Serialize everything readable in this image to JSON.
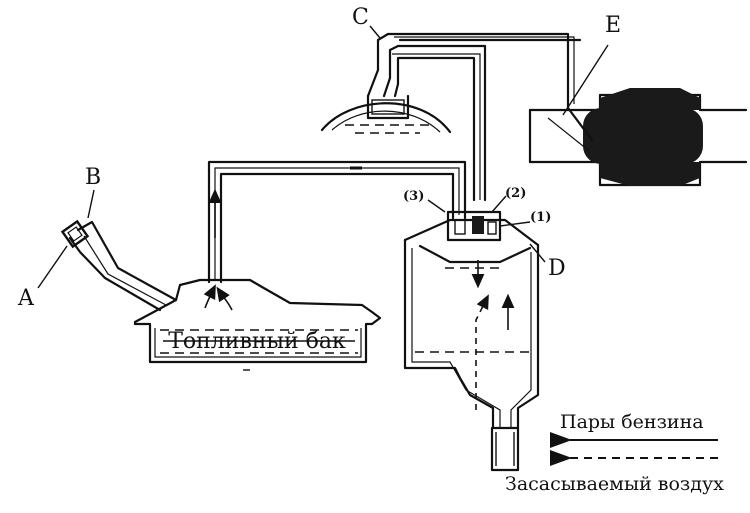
{
  "labels": {
    "a": "A",
    "b": "B",
    "c": "C",
    "d": "D",
    "e": "E",
    "part1": "(1)",
    "part2": "(2)",
    "part3": "(3)",
    "tank": "Топливный бак"
  },
  "legend": {
    "vapor": "Пары бензина",
    "air": "Засасываемый воздух"
  },
  "icons": {
    "vapor_arrow": "solid-arrow-left-icon",
    "air_arrow": "dashed-arrow-left-icon"
  },
  "colors": {
    "ink": "#111111",
    "fill": "#1a1a1a",
    "background": "#ffffff"
  }
}
